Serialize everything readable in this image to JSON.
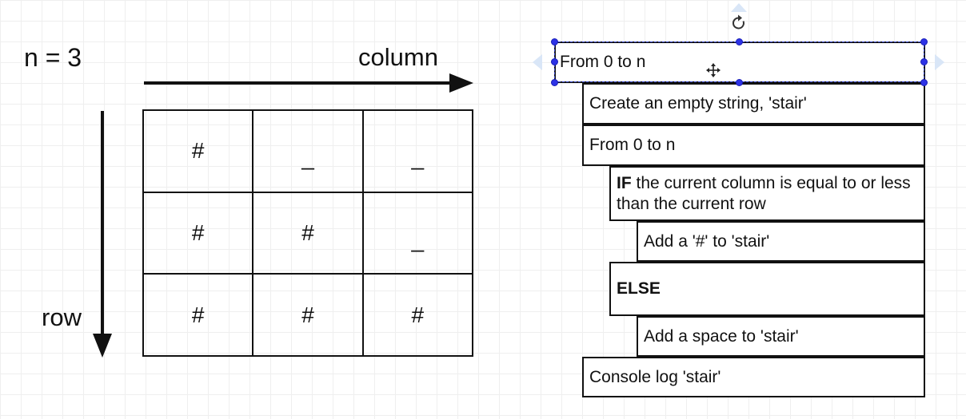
{
  "labels": {
    "n": "n = 3",
    "column": "column",
    "row": "row"
  },
  "grid": {
    "cells": [
      [
        "#",
        "_",
        "_"
      ],
      [
        "#",
        "#",
        "_"
      ],
      [
        "#",
        "#",
        "#"
      ]
    ]
  },
  "flowchart": {
    "steps": [
      "From 0 to n",
      "Create an empty string, 'stair'",
      "From 0 to n",
      "IF",
      " the current column is equal to or less than the current row",
      "Add a '#' to 'stair'",
      "ELSE",
      "Add a space to 'stair'",
      "Console log 'stair'"
    ]
  },
  "colors": {
    "selection": "#2d32e6",
    "line": "#111111",
    "grid": "#efefef"
  },
  "icons": [
    "rotate-icon",
    "move-icon"
  ]
}
